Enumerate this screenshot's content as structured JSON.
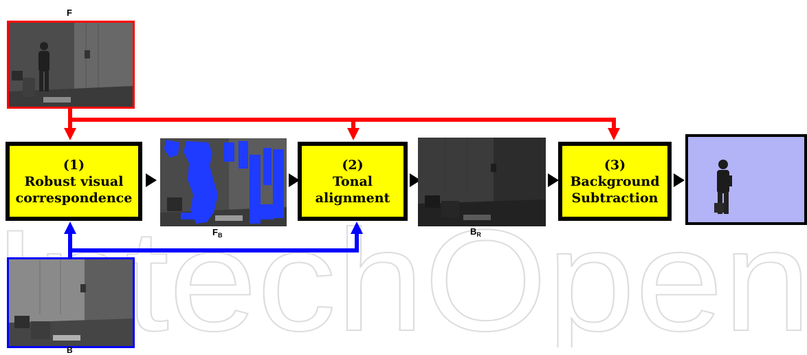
{
  "inputs": {
    "foreground_label": "F",
    "background_label": "B"
  },
  "steps": [
    {
      "number": "(1)",
      "line1": "Robust visual",
      "line2": "correspondence"
    },
    {
      "number": "(2)",
      "line1": "Tonal",
      "line2": "alignment"
    },
    {
      "number": "(3)",
      "line1": "Background",
      "line2": "Subtraction"
    }
  ],
  "intermediates": {
    "fb_label": "F",
    "fb_sub": "B",
    "br_label": "B",
    "br_sub": "R"
  },
  "watermark_text": "IntechOpen",
  "colors": {
    "foreground_line": "#ff0000",
    "background_line": "#0000ff",
    "step_fill": "#ffff00",
    "step_border": "#000000",
    "result_fill": "#b3b3f7"
  }
}
